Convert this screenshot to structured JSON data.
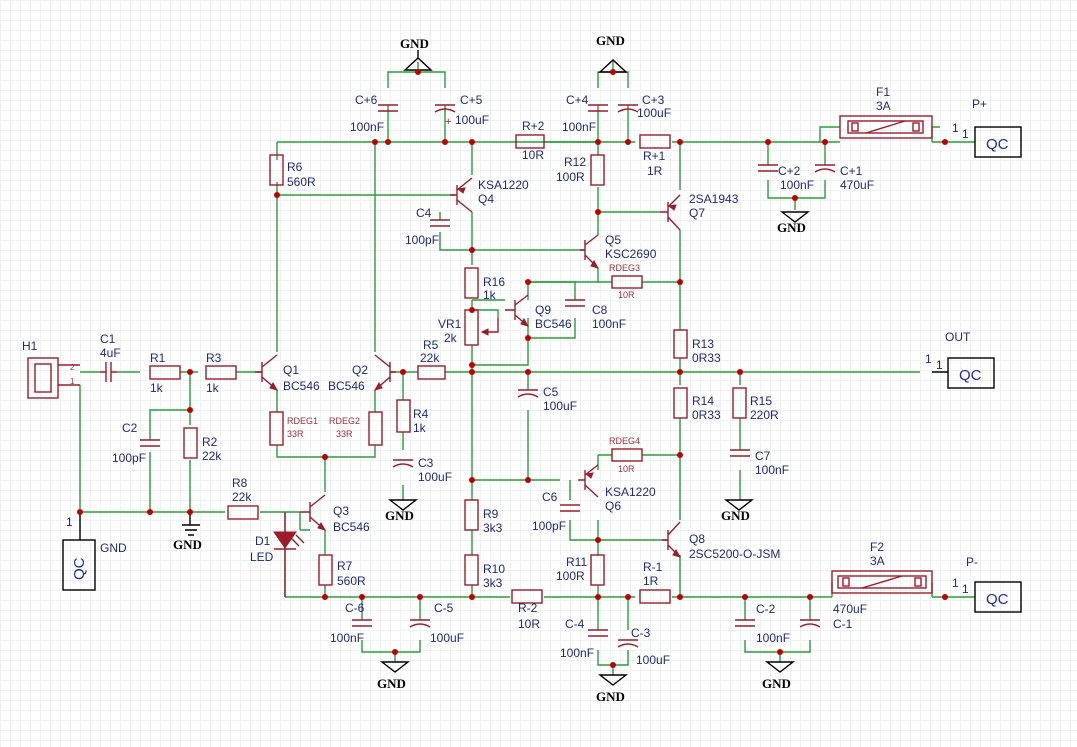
{
  "components": {
    "H1": {
      "ref": "H1",
      "pin2": "2",
      "pin1": "1"
    },
    "C1": {
      "ref": "C1",
      "value": "4uF"
    },
    "R1": {
      "ref": "R1",
      "value": "1k"
    },
    "R3": {
      "ref": "R3",
      "value": "1k"
    },
    "C2": {
      "ref": "C2",
      "value": "100pF"
    },
    "R2": {
      "ref": "R2",
      "value": "22k"
    },
    "R8": {
      "ref": "R8",
      "value": "22k"
    },
    "D1": {
      "ref": "D1",
      "value": "LED"
    },
    "Q1": {
      "ref": "Q1",
      "value": "BC546"
    },
    "Q2": {
      "ref": "Q2",
      "value": "BC546"
    },
    "Q3": {
      "ref": "Q3",
      "value": "BC546"
    },
    "R6": {
      "ref": "R6",
      "value": "560R"
    },
    "R7": {
      "ref": "R7",
      "value": "560R"
    },
    "RDEG1": {
      "ref": "RDEG1",
      "value": "33R"
    },
    "RDEG2": {
      "ref": "RDEG2",
      "value": "33R"
    },
    "R4": {
      "ref": "R4",
      "value": "1k"
    },
    "C3": {
      "ref": "C3",
      "value": "100uF"
    },
    "R5": {
      "ref": "R5",
      "value": "22k"
    },
    "C5": {
      "ref": "C5",
      "value": "100uF"
    },
    "Cp6": {
      "ref": "C+6",
      "value": "100nF"
    },
    "Cp5": {
      "ref": "C+5",
      "value": "100uF"
    },
    "Cp4": {
      "ref": "C+4",
      "value": "100nF"
    },
    "Cp3": {
      "ref": "C+3",
      "value": "100uF"
    },
    "Cp2": {
      "ref": "C+2",
      "value": "100nF"
    },
    "Cp1": {
      "ref": "C+1",
      "value": "470uF"
    },
    "Rp2": {
      "ref": "R+2",
      "value": "10R"
    },
    "Rp1": {
      "ref": "R+1",
      "value": "1R"
    },
    "R12": {
      "ref": "R12",
      "value": "100R"
    },
    "Q4": {
      "ref": "Q4",
      "value": "KSA1220"
    },
    "C4": {
      "ref": "C4",
      "value": "100pF"
    },
    "Q5": {
      "ref": "Q5",
      "value": "KSC2690"
    },
    "Q7": {
      "ref": "Q7",
      "value": "2SA1943"
    },
    "RDEG3": {
      "ref": "RDEG3",
      "value": "10R"
    },
    "R16": {
      "ref": "R16",
      "value": "1k"
    },
    "Q9": {
      "ref": "Q9",
      "value": "BC546"
    },
    "C8": {
      "ref": "C8",
      "value": "100nF"
    },
    "VR1": {
      "ref": "VR1",
      "value": "2k"
    },
    "R13": {
      "ref": "R13",
      "value": "0R33"
    },
    "R14": {
      "ref": "R14",
      "value": "0R33"
    },
    "R15": {
      "ref": "R15",
      "value": "220R"
    },
    "C7": {
      "ref": "C7",
      "value": "100nF"
    },
    "RDEG4": {
      "ref": "RDEG4",
      "value": "10R"
    },
    "Q6": {
      "ref": "Q6",
      "value": "KSA1220"
    },
    "C6": {
      "ref": "C6",
      "value": "100pF"
    },
    "R9": {
      "ref": "R9",
      "value": "3k3"
    },
    "R10": {
      "ref": "R10",
      "value": "3k3"
    },
    "R11": {
      "ref": "R11",
      "value": "100R"
    },
    "Q8": {
      "ref": "Q8",
      "value": "2SC5200-O-JSM"
    },
    "Rm1": {
      "ref": "R-1",
      "value": "1R"
    },
    "Rm2": {
      "ref": "R-2",
      "value": "10R"
    },
    "Cm6": {
      "ref": "C-6",
      "value": "100nF"
    },
    "Cm5": {
      "ref": "C-5",
      "value": "100uF"
    },
    "Cm4": {
      "ref": "C-4",
      "value": "100nF"
    },
    "Cm3": {
      "ref": "C-3",
      "value": "100uF"
    },
    "Cm2": {
      "ref": "C-2",
      "value": "100nF"
    },
    "Cm1": {
      "ref": "C-1",
      "value": "470uF"
    },
    "F1": {
      "ref": "F1",
      "value": "3A"
    },
    "F2": {
      "ref": "F2",
      "value": "3A"
    }
  },
  "nets": {
    "gnd": "GND",
    "pplus": "P+",
    "pminus": "P-",
    "out": "OUT"
  },
  "connector_label": "QC",
  "pin_one": "1"
}
